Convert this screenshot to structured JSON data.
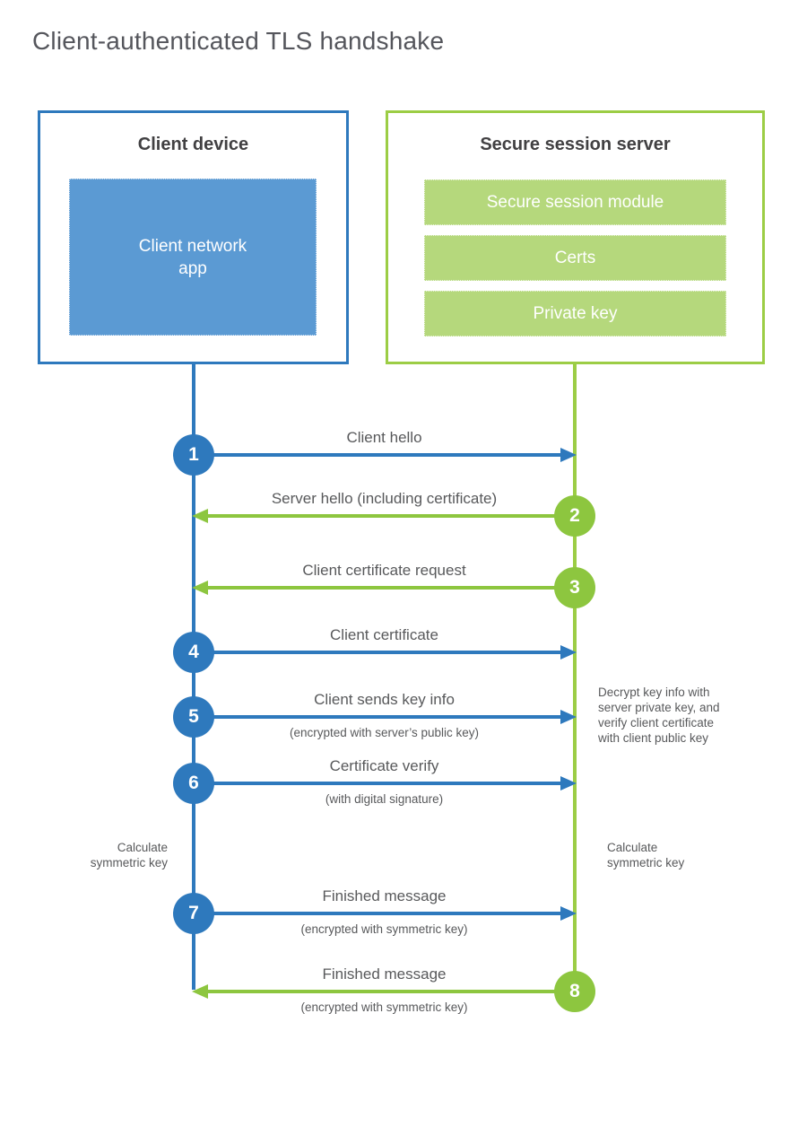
{
  "title": "Client-authenticated TLS handshake",
  "palette": {
    "blue": "#2e79bd",
    "blue_fill": "#5b9ad3",
    "green": "#9ccd45",
    "green_circle": "#8dc63f",
    "green_fill": "#b5d87c",
    "text_gray": "#58595b",
    "text_dark": "#414042",
    "title_gray": "#55565c"
  },
  "client": {
    "title": "Client device",
    "app_label": "Client network\napp"
  },
  "server": {
    "title": "Secure session server",
    "modules": [
      "Secure session module",
      "Certs",
      "Private key"
    ]
  },
  "steps": [
    {
      "num": "1",
      "actor": "client",
      "direction": "right",
      "label": "Client hello",
      "sublabel": ""
    },
    {
      "num": "2",
      "actor": "server",
      "direction": "left",
      "label": "Server hello (including certificate)",
      "sublabel": ""
    },
    {
      "num": "3",
      "actor": "server",
      "direction": "left",
      "label": "Client certificate request",
      "sublabel": ""
    },
    {
      "num": "4",
      "actor": "client",
      "direction": "right",
      "label": "Client certificate",
      "sublabel": ""
    },
    {
      "num": "5",
      "actor": "client",
      "direction": "right",
      "label": "Client sends key info",
      "sublabel": "(encrypted with server’s public key)"
    },
    {
      "num": "6",
      "actor": "client",
      "direction": "right",
      "label": "Certificate verify",
      "sublabel": "(with digital signature)"
    },
    {
      "num": "7",
      "actor": "client",
      "direction": "right",
      "label": "Finished message",
      "sublabel": "(encrypted with symmetric key)"
    },
    {
      "num": "8",
      "actor": "server",
      "direction": "left",
      "label": "Finished message",
      "sublabel": "(encrypted with symmetric key)"
    }
  ],
  "annotations": {
    "decrypt_note": "Decrypt key info with\nserver private key, and\nverify client certificate\nwith client public key",
    "calc_left": "Calculate\nsymmetric key",
    "calc_right": "Calculate\nsymmetric key"
  }
}
